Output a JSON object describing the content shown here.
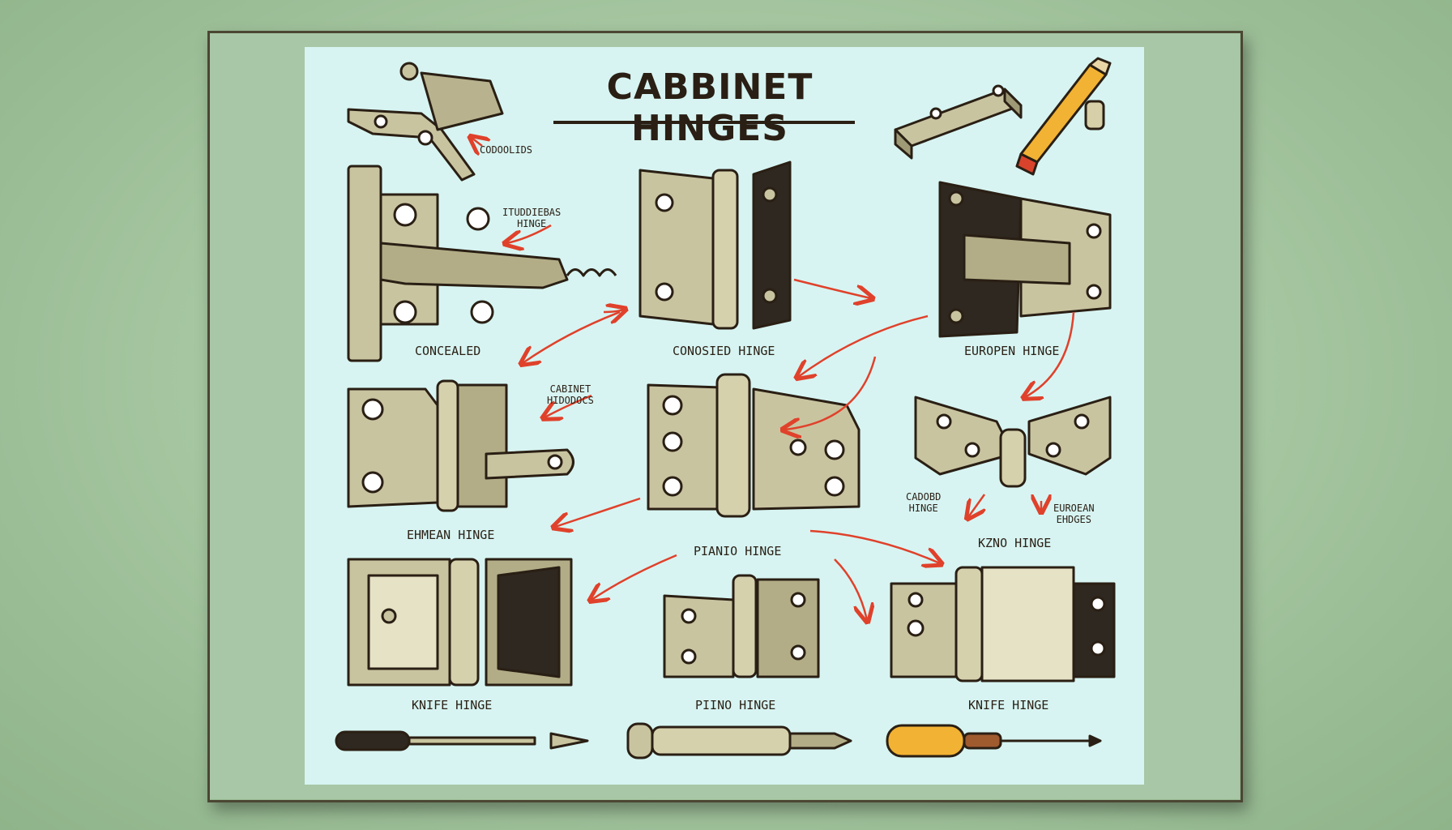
{
  "title": "CABBINET HINGES",
  "labels": {
    "codoolids": "CODOOLIDS",
    "concealed_note": "ITUDDIEBAS\nHINGE",
    "concealed": "CONCEALED",
    "consised_hinge": "CONOSIED HINGE",
    "european_hinge": "EUROPEN HINGE",
    "cabinet_note": "CABINET\nHIDODOCS",
    "ehmean_hinge": "EHMEAN HINGE",
    "piano_hinge_mid": "PIANIO HINGE",
    "cadobd_hinge": "CADOBD\nHINGE",
    "euroean_ehdges": "EUROEAN\nEHDGES",
    "kzno_hinge": "KZNO HINGE",
    "knife_hinge_left": "KNIFE HINGE",
    "piano_hinge_bottom": "PIINO HINGE",
    "knife_hinge_right": "KNIFE HINGE"
  },
  "colors": {
    "background": "#a4c59f",
    "paper": "#d7f4f2",
    "ink": "#2a1f14",
    "metal": "#c9c4a0",
    "arrow": "#e0412b"
  },
  "icons": [
    "hinge-illustration",
    "screwdriver-icon",
    "pencil-icon",
    "arrow-icon"
  ]
}
